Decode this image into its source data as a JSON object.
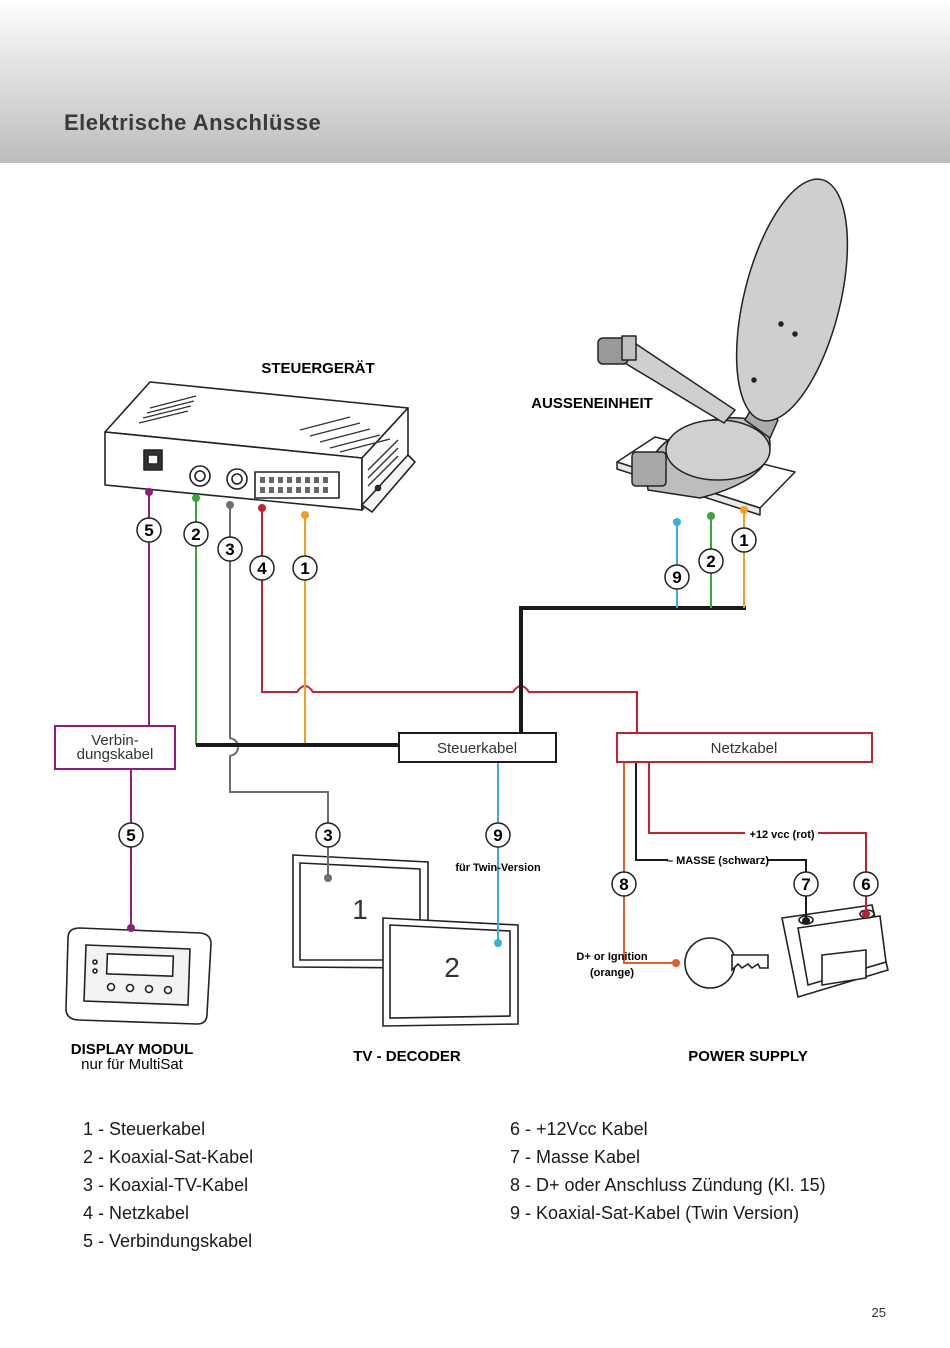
{
  "page": {
    "title": "Elektrische Anschlüsse",
    "page_number": "25"
  },
  "components": {
    "steuergeraet": "STEUERGERÄT",
    "ausseneinheit": "AUSSENEINHEIT",
    "display_modul": "DISPLAY MODUL",
    "display_modul_sub": "nur für MultiSat",
    "tv_decoder": "TV - DECODER",
    "power_supply": "POWER SUPPLY"
  },
  "boxes": {
    "verbindungskabel_line1": "Verbin-",
    "verbindungskabel_line2": "dungskabel",
    "steuerkabel": "Steuerkabel",
    "netzkabel": "Netzkabel"
  },
  "annotations": {
    "twin_version": "für Twin-Version",
    "plus12": "+12 vcc (rot)",
    "masse": "– MASSE (schwarz)",
    "ignition_line1": "D+ or Ignition",
    "ignition_line2": "(orange)",
    "screen1": "1",
    "screen2": "2"
  },
  "markers": {
    "m1": "1",
    "m2": "2",
    "m3": "3",
    "m4": "4",
    "m5": "5",
    "m6": "6",
    "m7": "7",
    "m8": "8",
    "m9": "9"
  },
  "legend": {
    "left": [
      "1 - Steuerkabel",
      "2 - Koaxial-Sat-Kabel",
      "3 - Koaxial-TV-Kabel",
      "4 - Netzkabel",
      "5 - Verbindungskabel"
    ],
    "right": [
      "6 - +12Vcc Kabel",
      "7 - Masse Kabel",
      "8 - D+ oder Anschluss Zündung (Kl. 15)",
      "9 - Koaxial-Sat-Kabel (Twin Version)"
    ]
  },
  "colors": {
    "purple": "#8e1e7e",
    "green": "#3aa63a",
    "gray": "#6e6e6e",
    "red": "#c8202a",
    "orange": "#f0a020",
    "blue": "#3aaee0",
    "black": "#1a1a1a",
    "dark_orange": "#e0602a"
  }
}
